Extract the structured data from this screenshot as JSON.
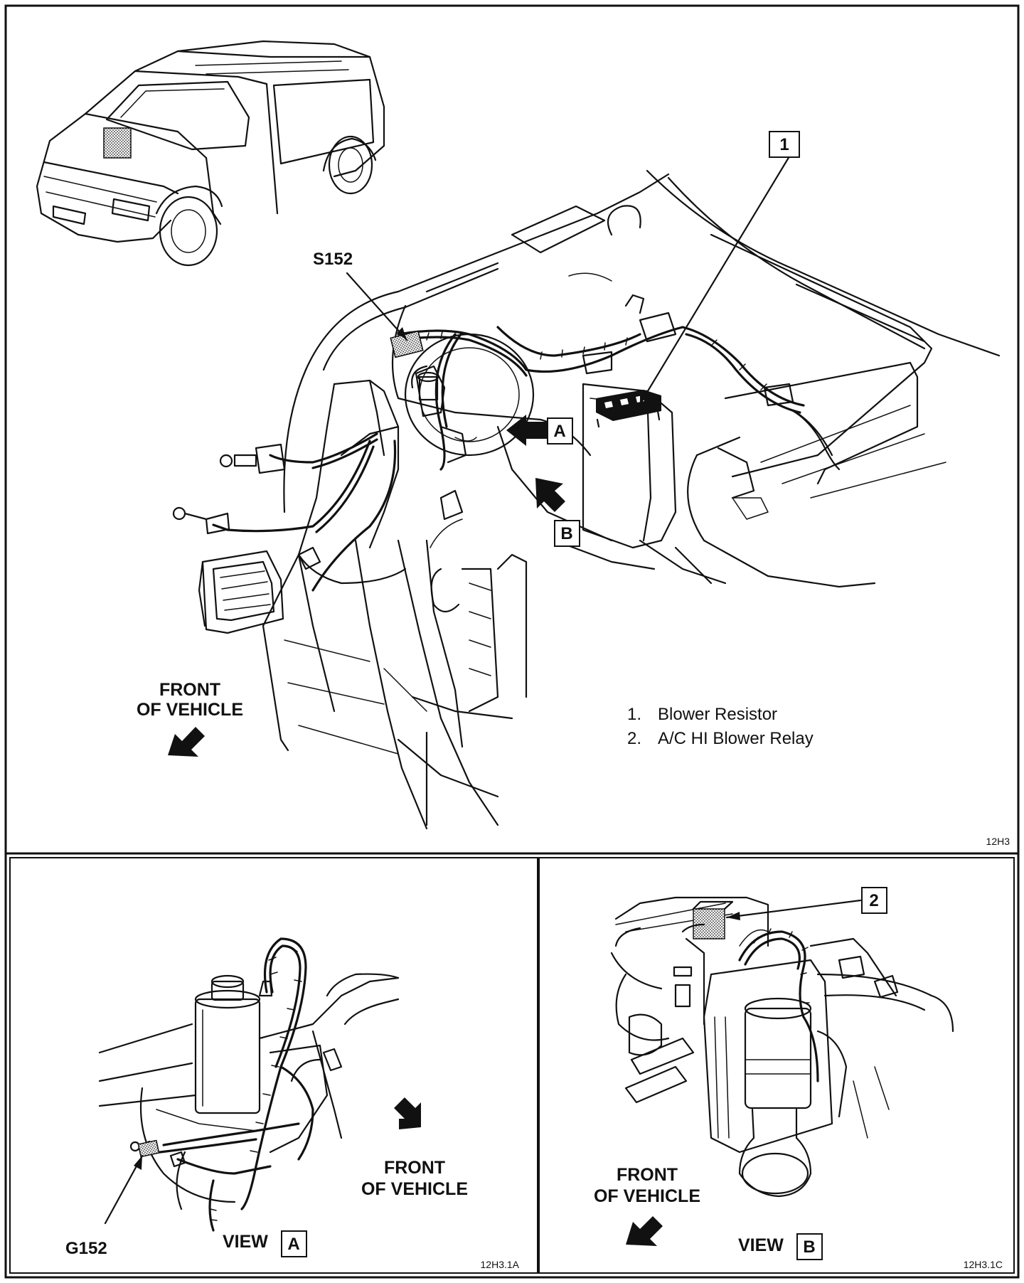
{
  "main_view": {
    "splice_label": "S152",
    "callout_1": "1",
    "view_a_marker": "A",
    "view_b_marker": "B",
    "front_line1": "FRONT",
    "front_line2": "OF VEHICLE",
    "legend": [
      {
        "num": "1.",
        "text": "Blower Resistor"
      },
      {
        "num": "2.",
        "text": "A/C HI Blower Relay"
      }
    ],
    "ref_code": "12H3"
  },
  "view_a": {
    "ground_label": "G152",
    "front_line1": "FRONT",
    "front_line2": "OF VEHICLE",
    "view_word": "VIEW",
    "view_letter": "A",
    "ref_code": "12H3.1A"
  },
  "view_b": {
    "callout_2": "2",
    "front_line1": "FRONT",
    "front_line2": "OF VEHICLE",
    "view_word": "VIEW",
    "view_letter": "B",
    "ref_code": "12H3.1C"
  }
}
